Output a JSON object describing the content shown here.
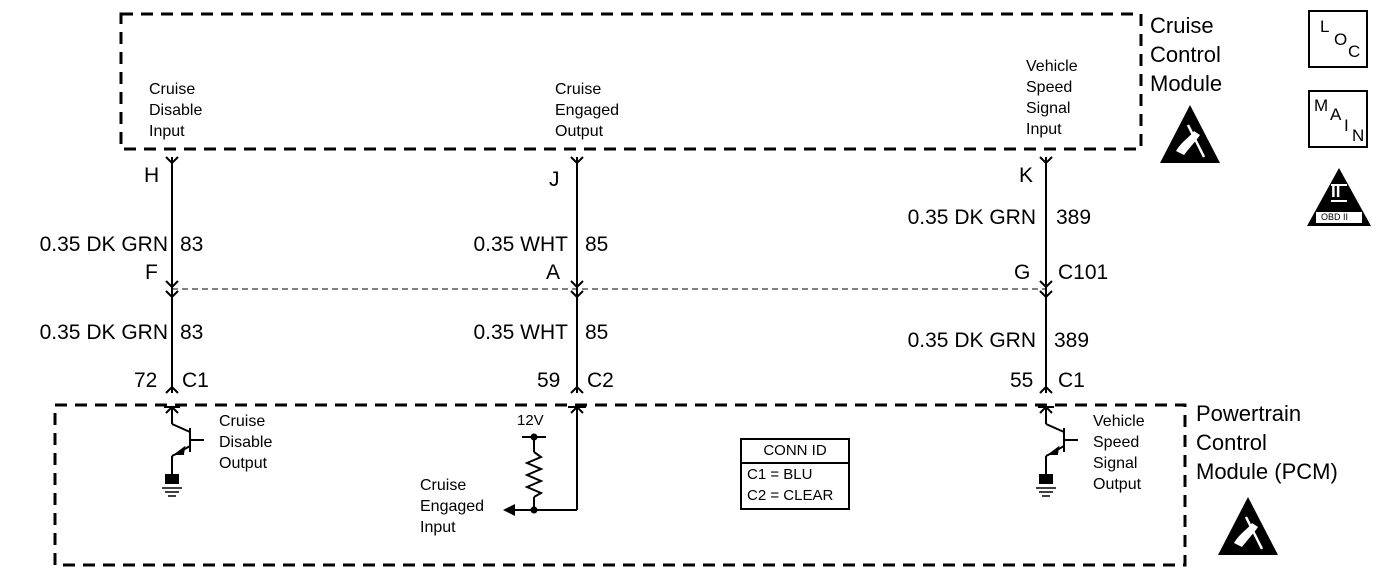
{
  "modules": {
    "ccm": {
      "name_lines": [
        "Cruise",
        "Control",
        "Module"
      ]
    },
    "pcm": {
      "name_lines": [
        "Powertrain",
        "Control",
        "Module (PCM)"
      ]
    }
  },
  "circuits": [
    {
      "id": "cruise-disable",
      "ccm_label_lines": [
        "Cruise",
        "Disable",
        "Input"
      ],
      "ccm_pin": "H",
      "upper_wire": {
        "color": "0.35 DK GRN",
        "circuit": "83"
      },
      "inline_pin": "F",
      "lower_wire": {
        "color": "0.35 DK GRN",
        "circuit": "83"
      },
      "pcm_pin": "72",
      "pcm_connector": "C1",
      "pcm_label_lines": [
        "Cruise",
        "Disable",
        "Output"
      ]
    },
    {
      "id": "cruise-engaged",
      "ccm_label_lines": [
        "Cruise",
        "Engaged",
        "Output"
      ],
      "ccm_pin": "J",
      "upper_wire": {
        "color": "0.35 WHT",
        "circuit": "85"
      },
      "inline_pin": "A",
      "lower_wire": {
        "color": "0.35 WHT",
        "circuit": "85"
      },
      "pcm_pin": "59",
      "pcm_connector": "C2",
      "pcm_label_lines": [
        "Cruise",
        "Engaged",
        "Input"
      ],
      "supply_voltage": "12V"
    },
    {
      "id": "vehicle-speed",
      "ccm_label_lines": [
        "Vehicle",
        "Speed",
        "Signal",
        "Input"
      ],
      "ccm_pin": "K",
      "upper_wire": {
        "color": "0.35 DK GRN",
        "circuit": "389"
      },
      "inline_pin": "G",
      "lower_wire": {
        "color": "0.35 DK GRN",
        "circuit": "389"
      },
      "pcm_pin": "55",
      "pcm_connector": "C1",
      "pcm_label_lines": [
        "Vehicle",
        "Speed",
        "Signal",
        "Output"
      ]
    }
  ],
  "inline_connector": "C101",
  "conn_id": {
    "title": "CONN ID",
    "rows": [
      "C1 = BLU",
      "C2 = CLEAR"
    ]
  },
  "badges": {
    "loc": [
      "L",
      "O",
      "C"
    ],
    "main": [
      "M",
      "A",
      "I",
      "N"
    ],
    "obd": {
      "numeral": "II",
      "text": "OBD II"
    }
  }
}
